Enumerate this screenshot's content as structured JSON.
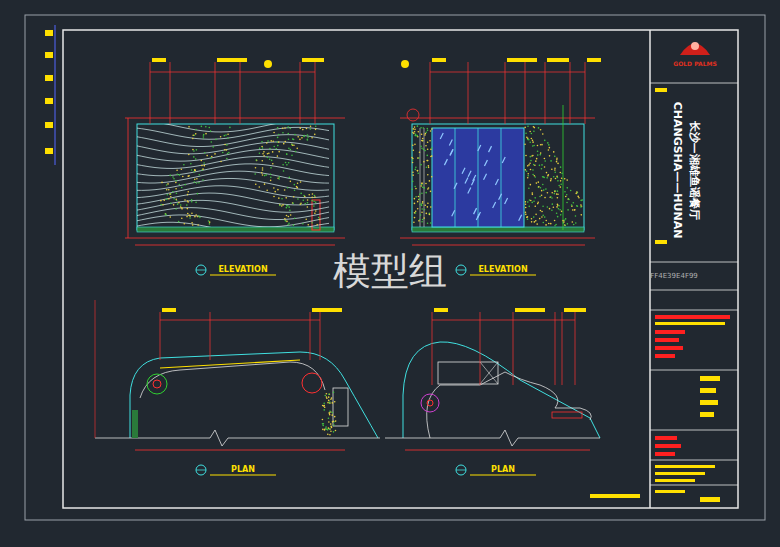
{
  "diagram": {
    "labels": [
      "ELEVATION",
      "ELEVATION",
      "PLAN",
      "PLAN",
      "模型组",
      "CHANGSHA——HUNAN",
      "长沙—湘雄鱼谣餐厅",
      "FF4E39E4F99",
      "GOLD PALMS"
    ]
  }
}
